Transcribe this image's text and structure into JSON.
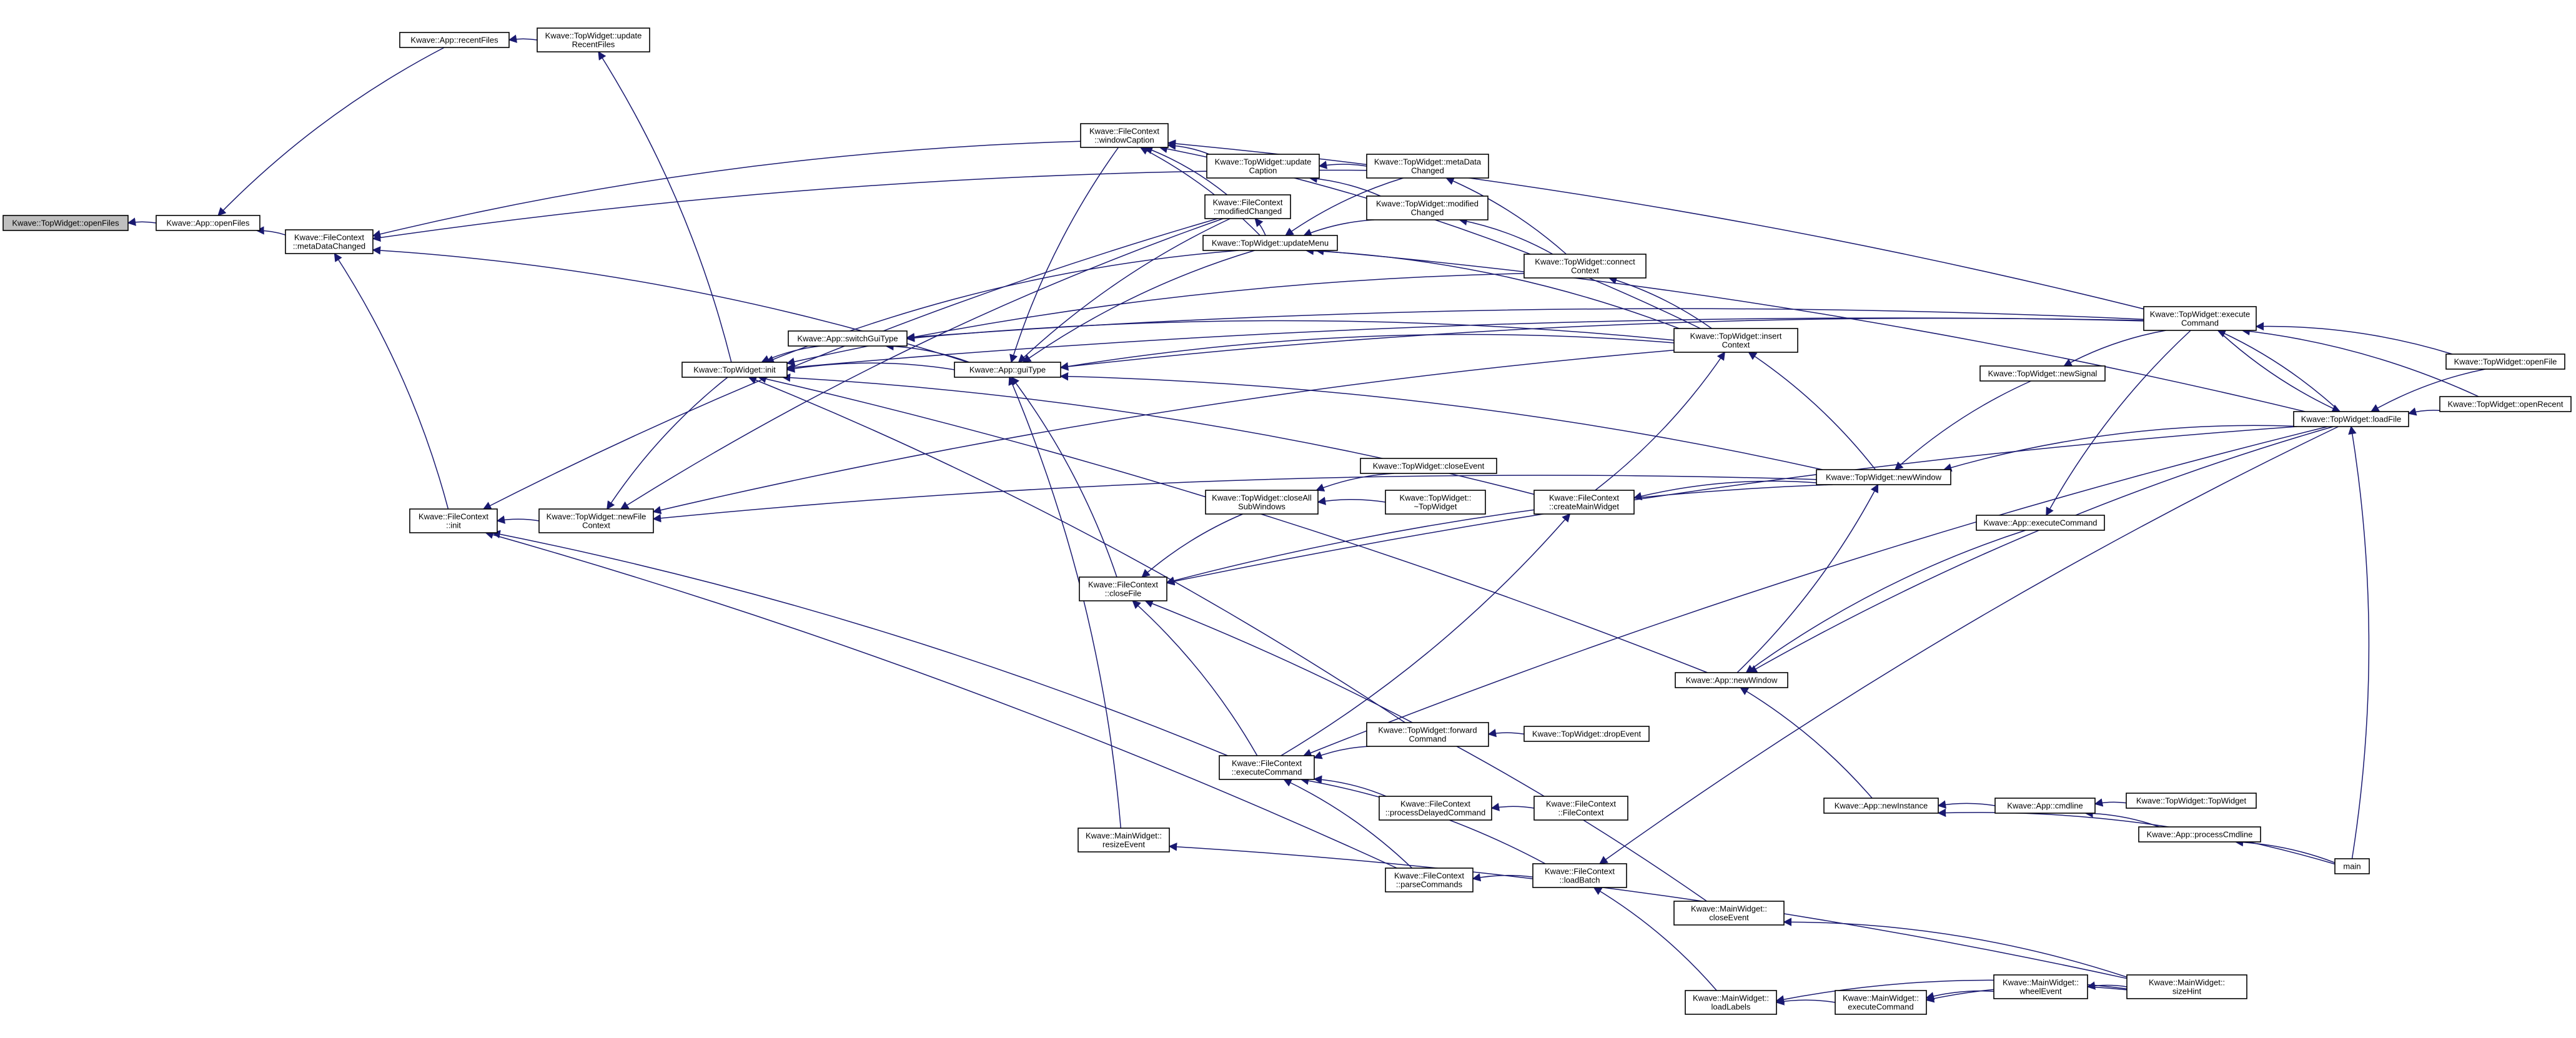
{
  "diagram": {
    "type": "call-graph",
    "edge_color": "#191970",
    "root_fill": "#bfbfbf",
    "nodes": [
      {
        "id": "openFiles",
        "lines": [
          "Kwave::TopWidget::openFiles"
        ],
        "root": true
      },
      {
        "id": "appOpenFiles",
        "lines": [
          "Kwave::App::openFiles"
        ]
      },
      {
        "id": "recentFiles",
        "lines": [
          "Kwave::App::recentFiles"
        ]
      },
      {
        "id": "updateRecentFiles",
        "lines": [
          "Kwave::TopWidget::update",
          "RecentFiles"
        ]
      },
      {
        "id": "fcMetaDataChanged",
        "lines": [
          "Kwave::FileContext",
          "::metaDataChanged"
        ]
      },
      {
        "id": "fcInit",
        "lines": [
          "Kwave::FileContext",
          "::init"
        ]
      },
      {
        "id": "newFileContext",
        "lines": [
          "Kwave::TopWidget::newFile",
          "Context"
        ]
      },
      {
        "id": "twInit",
        "lines": [
          "Kwave::TopWidget::init"
        ]
      },
      {
        "id": "switchGuiType",
        "lines": [
          "Kwave::App::switchGuiType"
        ]
      },
      {
        "id": "guiType",
        "lines": [
          "Kwave::App::guiType"
        ]
      },
      {
        "id": "windowCaption",
        "lines": [
          "Kwave::FileContext",
          "::windowCaption"
        ]
      },
      {
        "id": "updateCaption",
        "lines": [
          "Kwave::TopWidget::update",
          "Caption"
        ]
      },
      {
        "id": "fcModifiedChanged",
        "lines": [
          "Kwave::FileContext",
          "::modifiedChanged"
        ]
      },
      {
        "id": "updateMenu",
        "lines": [
          "Kwave::TopWidget::updateMenu"
        ]
      },
      {
        "id": "metaDataChanged",
        "lines": [
          "Kwave::TopWidget::metaData",
          "Changed"
        ]
      },
      {
        "id": "modifiedChanged",
        "lines": [
          "Kwave::TopWidget::modified",
          "Changed"
        ]
      },
      {
        "id": "connectContext",
        "lines": [
          "Kwave::TopWidget::connect",
          "Context"
        ]
      },
      {
        "id": "insertContext",
        "lines": [
          "Kwave::TopWidget::insert",
          "Context"
        ]
      },
      {
        "id": "closeEventTW",
        "lines": [
          "Kwave::TopWidget::closeEvent"
        ]
      },
      {
        "id": "closeAllSubWindows",
        "lines": [
          "Kwave::TopWidget::closeAll",
          "SubWindows"
        ]
      },
      {
        "id": "dtorTopWidget",
        "lines": [
          "Kwave::TopWidget::",
          "~TopWidget"
        ]
      },
      {
        "id": "createMainWidget",
        "lines": [
          "Kwave::FileContext",
          "::createMainWidget"
        ]
      },
      {
        "id": "closeFile",
        "lines": [
          "Kwave::FileContext",
          "::closeFile"
        ]
      },
      {
        "id": "forwardCommand",
        "lines": [
          "Kwave::TopWidget::forward",
          "Command"
        ]
      },
      {
        "id": "dropEvent",
        "lines": [
          "Kwave::TopWidget::dropEvent"
        ]
      },
      {
        "id": "fcExecuteCommand",
        "lines": [
          "Kwave::FileContext",
          "::executeCommand"
        ]
      },
      {
        "id": "processDelayedCommand",
        "lines": [
          "Kwave::FileContext",
          "::processDelayedCommand"
        ]
      },
      {
        "id": "fcCtor",
        "lines": [
          "Kwave::FileContext",
          "::FileContext"
        ]
      },
      {
        "id": "resizeEvent",
        "lines": [
          "Kwave::MainWidget::",
          "resizeEvent"
        ]
      },
      {
        "id": "parseCommands",
        "lines": [
          "Kwave::FileContext",
          "::parseCommands"
        ]
      },
      {
        "id": "loadBatch",
        "lines": [
          "Kwave::FileContext",
          "::loadBatch"
        ]
      },
      {
        "id": "mwCloseEvent",
        "lines": [
          "Kwave::MainWidget::",
          "closeEvent"
        ]
      },
      {
        "id": "loadLabels",
        "lines": [
          "Kwave::MainWidget::",
          "loadLabels"
        ]
      },
      {
        "id": "mwExecuteCommand",
        "lines": [
          "Kwave::MainWidget::",
          "executeCommand"
        ]
      },
      {
        "id": "wheelEvent",
        "lines": [
          "Kwave::MainWidget::",
          "wheelEvent"
        ]
      },
      {
        "id": "sizeHint",
        "lines": [
          "Kwave::MainWidget::",
          "sizeHint"
        ]
      },
      {
        "id": "twNewWindow",
        "lines": [
          "Kwave::TopWidget::newWindow"
        ]
      },
      {
        "id": "appNewWindow",
        "lines": [
          "Kwave::App::newWindow"
        ]
      },
      {
        "id": "newSignal",
        "lines": [
          "Kwave::TopWidget::newSignal"
        ]
      },
      {
        "id": "appExecuteCommand",
        "lines": [
          "Kwave::App::executeCommand"
        ]
      },
      {
        "id": "newInstance",
        "lines": [
          "Kwave::App::newInstance"
        ]
      },
      {
        "id": "cmdline",
        "lines": [
          "Kwave::App::cmdline"
        ]
      },
      {
        "id": "twCtor",
        "lines": [
          "Kwave::TopWidget::TopWidget"
        ]
      },
      {
        "id": "processCmdline",
        "lines": [
          "Kwave::App::processCmdline"
        ]
      },
      {
        "id": "main",
        "lines": [
          "main"
        ]
      },
      {
        "id": "twExecuteCommand",
        "lines": [
          "Kwave::TopWidget::execute",
          "Command"
        ]
      },
      {
        "id": "loadFile",
        "lines": [
          "Kwave::TopWidget::loadFile"
        ]
      },
      {
        "id": "twOpenFile",
        "lines": [
          "Kwave::TopWidget::openFile"
        ]
      },
      {
        "id": "openRecent",
        "lines": [
          "Kwave::TopWidget::openRecent"
        ]
      }
    ],
    "edges": [
      [
        "openFiles",
        "appOpenFiles"
      ],
      [
        "appOpenFiles",
        "recentFiles"
      ],
      [
        "appOpenFiles",
        "fcMetaDataChanged"
      ],
      [
        "recentFiles",
        "updateRecentFiles"
      ],
      [
        "updateRecentFiles",
        "twInit"
      ],
      [
        "fcMetaDataChanged",
        "fcInit"
      ],
      [
        "fcMetaDataChanged",
        "windowCaption"
      ],
      [
        "fcMetaDataChanged",
        "metaDataChanged"
      ],
      [
        "fcMetaDataChanged",
        "guiType"
      ],
      [
        "fcInit",
        "newFileContext"
      ],
      [
        "fcInit",
        "fcModifiedChanged"
      ],
      [
        "fcInit",
        "fcExecuteCommand"
      ],
      [
        "fcInit",
        "parseCommands"
      ],
      [
        "newFileContext",
        "twInit"
      ],
      [
        "newFileContext",
        "insertContext"
      ],
      [
        "newFileContext",
        "twNewWindow"
      ],
      [
        "newFileContext",
        "fcModifiedChanged"
      ],
      [
        "twInit",
        "switchGuiType"
      ],
      [
        "twInit",
        "guiType"
      ],
      [
        "twInit",
        "updateMenu"
      ],
      [
        "twInit",
        "connectContext"
      ],
      [
        "twInit",
        "createMainWidget"
      ],
      [
        "twInit",
        "forwardCommand"
      ],
      [
        "twInit",
        "appNewWindow"
      ],
      [
        "twInit",
        "twExecuteCommand"
      ],
      [
        "switchGuiType",
        "guiType"
      ],
      [
        "switchGuiType",
        "insertContext"
      ],
      [
        "switchGuiType",
        "twExecuteCommand"
      ],
      [
        "guiType",
        "windowCaption"
      ],
      [
        "guiType",
        "updateMenu"
      ],
      [
        "guiType",
        "insertContext"
      ],
      [
        "guiType",
        "twNewWindow"
      ],
      [
        "guiType",
        "closeFile"
      ],
      [
        "guiType",
        "resizeEvent"
      ],
      [
        "guiType",
        "twExecuteCommand"
      ],
      [
        "guiType",
        "fcModifiedChanged"
      ],
      [
        "windowCaption",
        "updateCaption"
      ],
      [
        "windowCaption",
        "fcModifiedChanged"
      ],
      [
        "windowCaption",
        "updateMenu"
      ],
      [
        "windowCaption",
        "insertContext"
      ],
      [
        "windowCaption",
        "twExecuteCommand"
      ],
      [
        "updateCaption",
        "metaDataChanged"
      ],
      [
        "updateCaption",
        "modifiedChanged"
      ],
      [
        "fcModifiedChanged",
        "updateMenu"
      ],
      [
        "updateMenu",
        "metaDataChanged"
      ],
      [
        "updateMenu",
        "modifiedChanged"
      ],
      [
        "updateMenu",
        "loadFile"
      ],
      [
        "updateMenu",
        "insertContext"
      ],
      [
        "metaDataChanged",
        "connectContext"
      ],
      [
        "modifiedChanged",
        "connectContext"
      ],
      [
        "connectContext",
        "insertContext"
      ],
      [
        "insertContext",
        "twNewWindow"
      ],
      [
        "insertContext",
        "createMainWidget"
      ],
      [
        "closeAllSubWindows",
        "closeEventTW"
      ],
      [
        "closeAllSubWindows",
        "dtorTopWidget"
      ],
      [
        "closeFile",
        "closeAllSubWindows"
      ],
      [
        "closeFile",
        "twNewWindow"
      ],
      [
        "closeFile",
        "loadFile"
      ],
      [
        "closeFile",
        "fcExecuteCommand"
      ],
      [
        "closeFile",
        "mwCloseEvent"
      ],
      [
        "createMainWidget",
        "twNewWindow"
      ],
      [
        "createMainWidget",
        "fcExecuteCommand"
      ],
      [
        "forwardCommand",
        "dropEvent"
      ],
      [
        "fcExecuteCommand",
        "forwardCommand"
      ],
      [
        "fcExecuteCommand",
        "processDelayedCommand"
      ],
      [
        "fcExecuteCommand",
        "parseCommands"
      ],
      [
        "fcExecuteCommand",
        "loadBatch"
      ],
      [
        "fcExecuteCommand",
        "loadFile"
      ],
      [
        "processDelayedCommand",
        "fcCtor"
      ],
      [
        "resizeEvent",
        "sizeHint"
      ],
      [
        "parseCommands",
        "loadBatch"
      ],
      [
        "loadBatch",
        "loadFile"
      ],
      [
        "loadBatch",
        "loadLabels"
      ],
      [
        "mwCloseEvent",
        "sizeHint"
      ],
      [
        "loadLabels",
        "mwExecuteCommand"
      ],
      [
        "loadLabels",
        "sizeHint"
      ],
      [
        "mwExecuteCommand",
        "wheelEvent"
      ],
      [
        "mwExecuteCommand",
        "sizeHint"
      ],
      [
        "wheelEvent",
        "sizeHint"
      ],
      [
        "twNewWindow",
        "newSignal"
      ],
      [
        "twNewWindow",
        "loadFile"
      ],
      [
        "twNewWindow",
        "appNewWindow"
      ],
      [
        "appNewWindow",
        "appExecuteCommand"
      ],
      [
        "appNewWindow",
        "newInstance"
      ],
      [
        "appNewWindow",
        "loadFile"
      ],
      [
        "newSignal",
        "twExecuteCommand"
      ],
      [
        "appExecuteCommand",
        "twExecuteCommand"
      ],
      [
        "newInstance",
        "cmdline"
      ],
      [
        "newInstance",
        "main"
      ],
      [
        "cmdline",
        "twCtor"
      ],
      [
        "cmdline",
        "processCmdline"
      ],
      [
        "processCmdline",
        "main"
      ],
      [
        "twExecuteCommand",
        "twOpenFile"
      ],
      [
        "twExecuteCommand",
        "openRecent"
      ],
      [
        "twExecuteCommand",
        "loadFile"
      ],
      [
        "loadFile",
        "twExecuteCommand"
      ],
      [
        "loadFile",
        "twOpenFile"
      ],
      [
        "loadFile",
        "openRecent"
      ],
      [
        "loadFile",
        "main"
      ]
    ]
  }
}
